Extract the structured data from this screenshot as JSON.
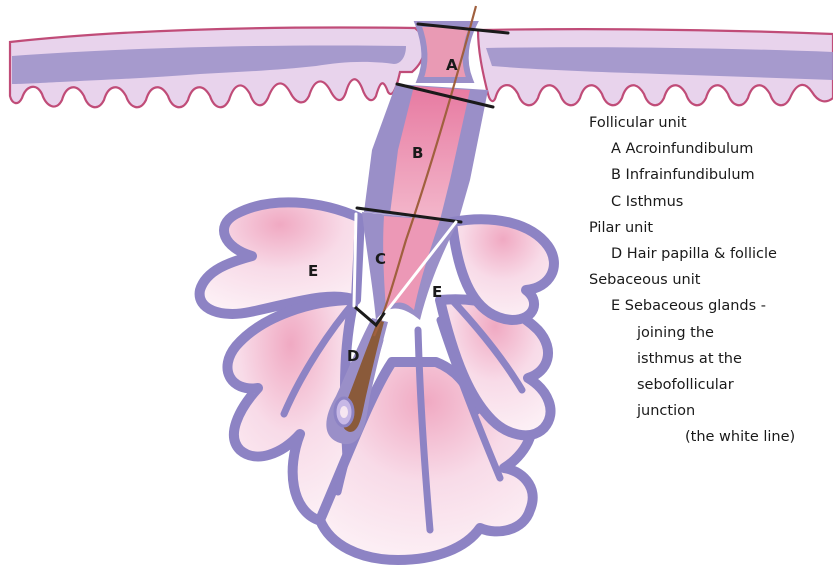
{
  "diagram": {
    "labels": {
      "a": "A",
      "b": "B",
      "c": "C",
      "d": "D",
      "e_left": "E",
      "e_right": "E"
    },
    "colors": {
      "skin_fill": "#e8d3ec",
      "skin_outline": "#c04c78",
      "rete": "#9a8fc8",
      "follicle_outer": "#9a8fc8",
      "follicle_inner": "#e99ab4",
      "gland_fill": "#f6e6f1",
      "gland_outline": "#8d83c4",
      "hair": "#8a5a3a",
      "marker_line": "#1a1a1a",
      "junction_line": "#ffffff"
    }
  },
  "legend": {
    "follicular_unit": "Follicular unit",
    "a_item": "A Acroinfundibulum",
    "b_item": "B Infrainfundibulum",
    "c_item": "C Isthmus",
    "pilar_unit": "Pilar unit",
    "d_item": "D Hair papilla & follicle",
    "sebaceous_unit": "Sebaceous unit",
    "e_item": "E Sebaceous glands -",
    "e_line2": "joining the",
    "e_line3": "isthmus at the",
    "e_line4": "sebofollicular",
    "e_line5": "junction",
    "e_line6": "(the white line)"
  }
}
